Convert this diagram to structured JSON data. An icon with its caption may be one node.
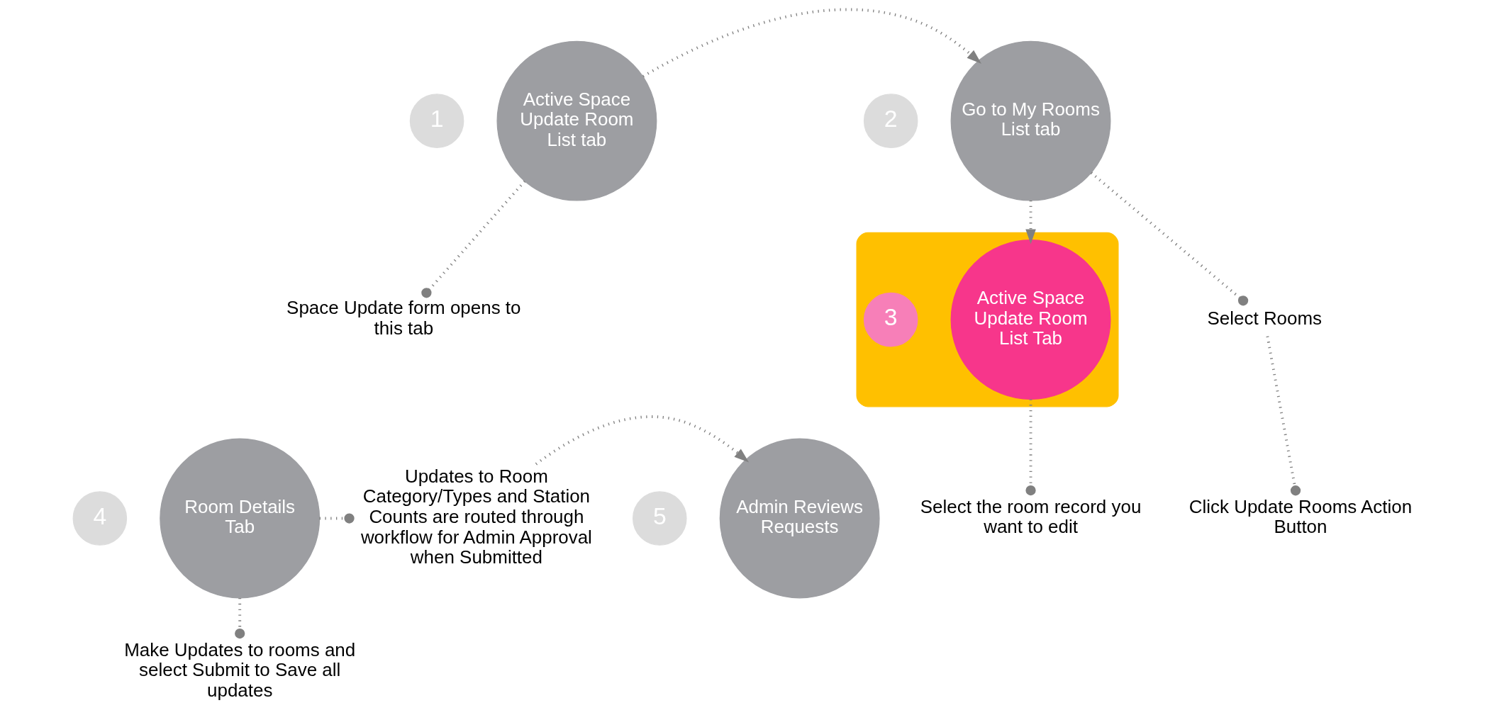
{
  "diagram": {
    "nodes": [
      {
        "text": [
          "1"
        ]
      },
      {
        "text": [
          "Active Space Update Room List tab"
        ]
      },
      {
        "text": [
          "2"
        ]
      },
      {
        "text": [
          "Go to My Rooms List tab"
        ]
      },
      {
        "text": [],
        "shape": "box"
      },
      {
        "text": [
          "3"
        ],
        "in": 4
      },
      {
        "text": [
          "Active Space Update Room List Tab"
        ],
        "in": 4
      },
      {
        "text": [
          "Space Update form opens to this tab"
        ]
      },
      {
        "text": [
          "Click Update Rooms Action Button"
        ]
      },
      {
        "text": [
          "Select Rooms"
        ]
      },
      {
        "text": [
          "Select the room record you want to edit"
        ]
      },
      {
        "text": [
          "4"
        ]
      },
      {
        "text": [
          "Room Details Tab"
        ]
      },
      {
        "text": [
          "Updates to Room Category/Types and Station Counts are routed through workflow for Admin Approval when Submitted"
        ]
      },
      {
        "text": [
          "5"
        ]
      },
      {
        "text": [
          "Admin Reviews Requests"
        ]
      },
      {
        "text": [
          "Make Updates to rooms and select Submit to Save all updates"
        ]
      }
    ],
    "edges": [
      {
        "from": 1,
        "to": 3,
        "arrow": "to",
        "style": "dashed"
      },
      {
        "from": 3,
        "to": 6,
        "arrow": "to",
        "style": "dashed"
      },
      {
        "from": 1,
        "to": 7,
        "arrow": "other",
        "style": "dashed"
      },
      {
        "from": 3,
        "to": 9,
        "arrow": "other",
        "style": "dashed"
      },
      {
        "from": 9,
        "to": 8,
        "arrow": "other",
        "style": "dashed"
      },
      {
        "from": 6,
        "to": 10,
        "arrow": "other",
        "style": "dashed"
      },
      {
        "from": 12,
        "to": 13,
        "arrow": "other",
        "style": "dashed"
      },
      {
        "from": 12,
        "to": 16,
        "arrow": "other",
        "style": "dashed"
      },
      {
        "from": 13,
        "to": 15,
        "arrow": "to",
        "style": "dashed"
      }
    ]
  }
}
